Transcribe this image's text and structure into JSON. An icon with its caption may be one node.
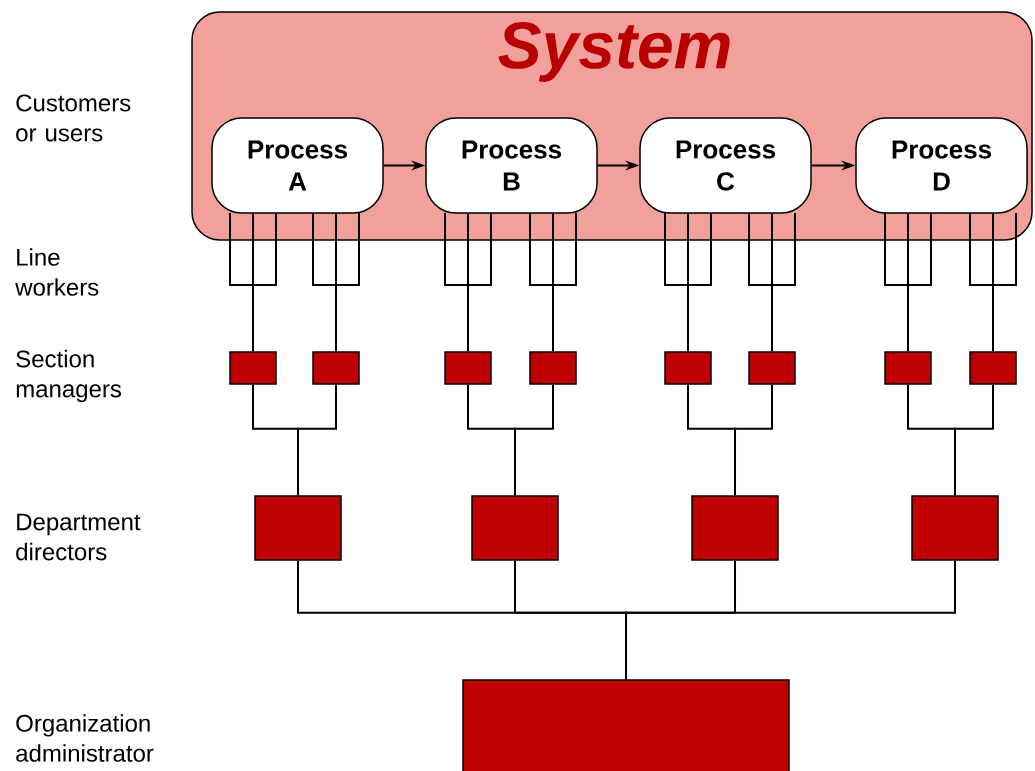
{
  "diagram": {
    "nodes": [
      {
        "text": [
          "System"
        ]
      },
      {
        "text": [
          "Process A"
        ],
        "in": 0
      },
      {
        "text": [
          "Process B"
        ],
        "in": 0
      },
      {
        "text": [
          "Process C"
        ],
        "in": 0
      },
      {
        "text": [
          "Process D"
        ],
        "in": 0
      },
      {
        "text": [],
        "shape": "box"
      },
      {
        "text": [],
        "shape": "box"
      },
      {
        "text": [],
        "shape": "box"
      },
      {
        "text": [],
        "shape": "box"
      },
      {
        "text": [],
        "shape": "box"
      },
      {
        "text": [],
        "shape": "box"
      },
      {
        "text": [],
        "shape": "box"
      },
      {
        "text": [],
        "shape": "box"
      },
      {
        "text": [],
        "shape": "box"
      },
      {
        "text": [],
        "shape": "box"
      },
      {
        "text": [],
        "shape": "box"
      },
      {
        "text": [],
        "shape": "box"
      },
      {
        "text": [],
        "shape": "box"
      }
    ],
    "edges": [
      {
        "from": 1,
        "to": 2,
        "arrow": "to"
      },
      {
        "from": 2,
        "to": 3,
        "arrow": "to"
      },
      {
        "from": 3,
        "to": 4,
        "arrow": "to"
      },
      {
        "from": 1,
        "to": 5,
        "arrow": "none"
      },
      {
        "from": 1,
        "to": 6,
        "arrow": "none"
      },
      {
        "from": 2,
        "to": 7,
        "arrow": "none"
      },
      {
        "from": 2,
        "to": 8,
        "arrow": "none"
      },
      {
        "from": 3,
        "to": 9,
        "arrow": "none"
      },
      {
        "from": 3,
        "to": 10,
        "arrow": "none"
      },
      {
        "from": 4,
        "to": 11,
        "arrow": "none"
      },
      {
        "from": 4,
        "to": 12,
        "arrow": "none"
      },
      {
        "from": 5,
        "to": 13,
        "arrow": "none"
      },
      {
        "from": 6,
        "to": 13,
        "arrow": "none"
      },
      {
        "from": 7,
        "to": 14,
        "arrow": "none"
      },
      {
        "from": 8,
        "to": 14,
        "arrow": "none"
      },
      {
        "from": 9,
        "to": 15,
        "arrow": "none"
      },
      {
        "from": 10,
        "to": 15,
        "arrow": "none"
      },
      {
        "from": 11,
        "to": 16,
        "arrow": "none"
      },
      {
        "from": 12,
        "to": 16,
        "arrow": "none"
      },
      {
        "from": 13,
        "to": 17,
        "arrow": "none"
      },
      {
        "from": 14,
        "to": 17,
        "arrow": "none"
      },
      {
        "from": 15,
        "to": 17,
        "arrow": "none"
      },
      {
        "from": 16,
        "to": 17,
        "arrow": "none"
      }
    ],
    "labels": [
      "Customers or users",
      "Line workers",
      "Section managers",
      "Department directors",
      "Organization administrator"
    ]
  }
}
